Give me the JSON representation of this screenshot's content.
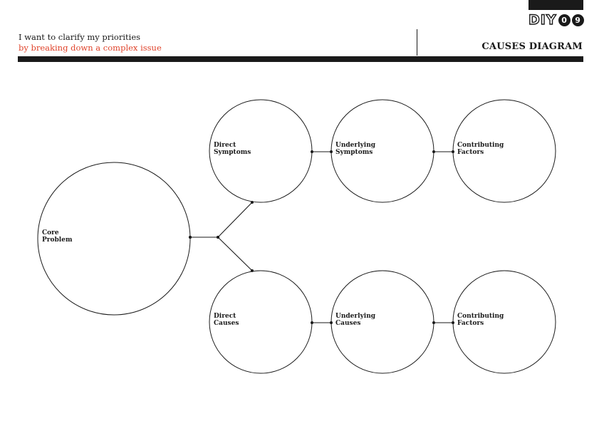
{
  "header": {
    "logo": {
      "text": "DIY",
      "digits": [
        "0",
        "9"
      ]
    },
    "subtitle_line1": "I want to clarify my priorities",
    "subtitle_line2": "by breaking down a complex issue",
    "title": "CAUSES DIAGRAM"
  },
  "colors": {
    "ink": "#1a1a1a",
    "accent": "#e0442c"
  },
  "diagram": {
    "nodes": [
      {
        "id": "core",
        "lines": [
          "Core",
          "Problem"
        ]
      },
      {
        "id": "direct-symptoms",
        "lines": [
          "Direct",
          "Symptoms"
        ]
      },
      {
        "id": "underlying-symptoms",
        "lines": [
          "Underlying",
          "Symptoms"
        ]
      },
      {
        "id": "contributing-factors-top",
        "lines": [
          "Contributing",
          "Factors"
        ]
      },
      {
        "id": "direct-causes",
        "lines": [
          "Direct",
          "Causes"
        ]
      },
      {
        "id": "underlying-causes",
        "lines": [
          "Underlying",
          "Causes"
        ]
      },
      {
        "id": "contributing-factors-bottom",
        "lines": [
          "Contributing",
          "Factors"
        ]
      }
    ],
    "edges": [
      [
        "core",
        "direct-symptoms"
      ],
      [
        "core",
        "direct-causes"
      ],
      [
        "direct-symptoms",
        "underlying-symptoms"
      ],
      [
        "underlying-symptoms",
        "contributing-factors-top"
      ],
      [
        "direct-causes",
        "underlying-causes"
      ],
      [
        "underlying-causes",
        "contributing-factors-bottom"
      ]
    ]
  }
}
